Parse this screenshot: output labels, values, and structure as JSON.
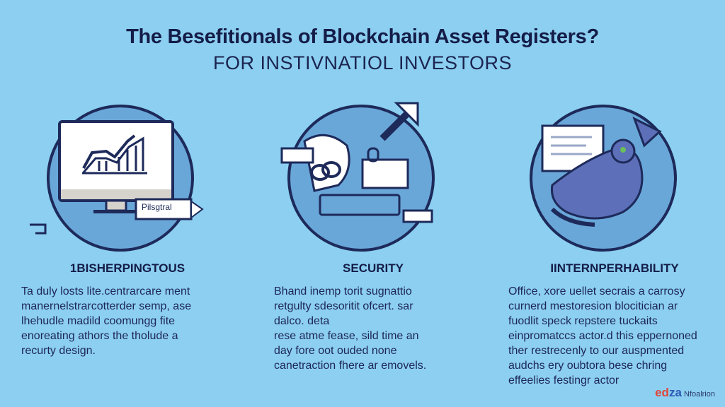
{
  "header": {
    "title": "The Besefitionals of Blockchain Asset Registers?",
    "subtitle": "FOR INSTIVNATIOL INVESTORS"
  },
  "sections": [
    {
      "heading": "1BISHERPINGTOUS",
      "icon": "monitor-chart-icon",
      "tag": "Pilsgtral",
      "body": [
        "Ta duly losts lite.centrarcare ment",
        "manernelstrarcotterder semp, ase",
        "lhehudle madild coomungg fite",
        "enoreating athors the tholude a",
        "recurty design."
      ]
    },
    {
      "heading": "SECURITY",
      "icon": "security-chain-icon",
      "body": [
        "Bhand inemp torit sugnattio",
        "retgulty sdesoritit ofcert. sar",
        "dalco. deta",
        "rese atme fease, sild time an",
        "day fore oot ouded none",
        "canetraction fhere ar emovels."
      ]
    },
    {
      "heading": "IINTERNPERHABILITY",
      "icon": "creature-screen-icon",
      "body": [
        "Office, xore uellet secrais a carrosy",
        "curnerd mestoresion blocitician ar",
        "fuodlit speck repstere tuckaits",
        "einpromatccs actor.d this eppernoned",
        "ther restrecenly to our auspmented",
        "audchs ery oubtora bese chring",
        "effeelies festingr actor"
      ]
    }
  ],
  "logo": {
    "brand_a": "ed",
    "brand_b": "za",
    "text": "Nfoalrion"
  },
  "colors": {
    "background": "#8ccff0",
    "circle": "#6aa7d9",
    "ink": "#1d2a5a"
  }
}
